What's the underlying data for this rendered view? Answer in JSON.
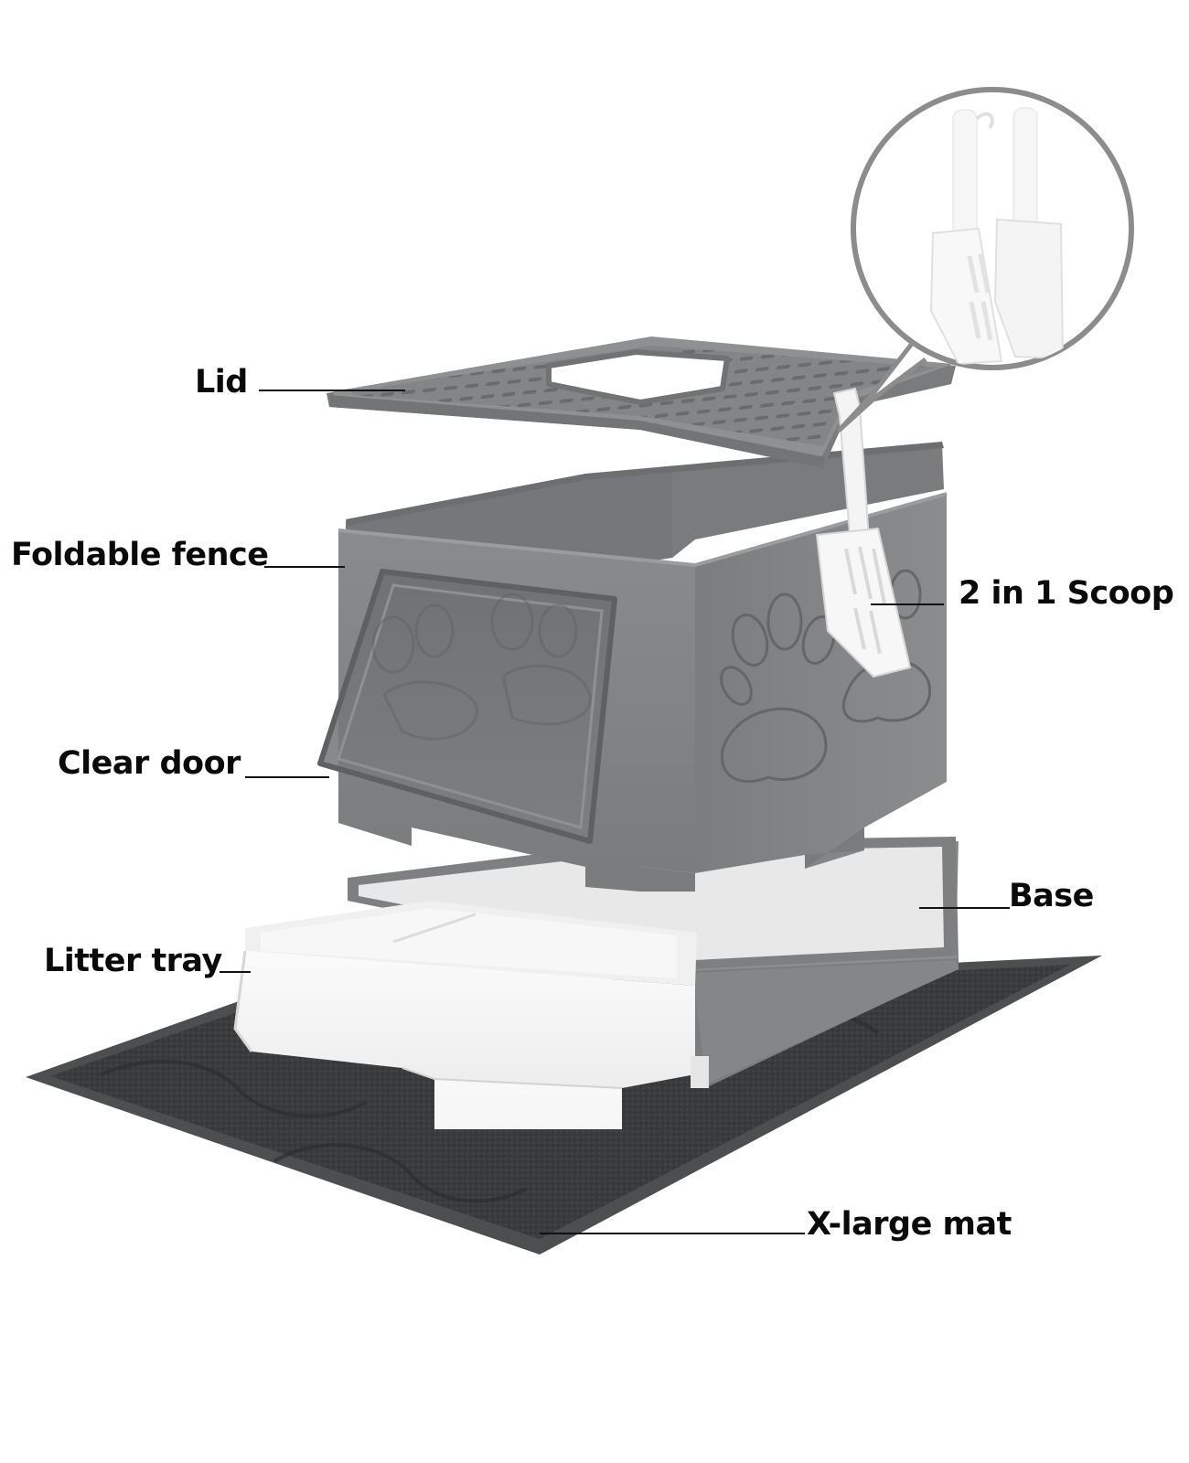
{
  "diagram": {
    "type": "exploded-product-diagram",
    "subject": "foldable enclosed cat litter box",
    "colors": {
      "background": "#ffffff",
      "body_gray": "#828384",
      "body_gray_dark": "#6e6f70",
      "body_gray_light": "#9a9b9c",
      "tray_white": "#f3f3f3",
      "mat_dark": "#3a3b3c",
      "mat_border": "#4d4e4f",
      "label_text": "#0a0a0a",
      "leader_line": "#111111",
      "callout_ring": "#8c8c8c"
    },
    "labels": [
      {
        "id": "lid",
        "text": "Lid"
      },
      {
        "id": "fence",
        "text": "Foldable fence"
      },
      {
        "id": "scoop",
        "text": "2 in 1 Scoop"
      },
      {
        "id": "door",
        "text": "Clear door"
      },
      {
        "id": "base",
        "text": "Base"
      },
      {
        "id": "tray",
        "text": "Litter tray"
      },
      {
        "id": "mat",
        "text": "X-large mat"
      }
    ],
    "icons": {
      "paw": "paw-print-emboss",
      "scoop": "litter-scoop",
      "callout": "magnifier-callout-circle"
    }
  }
}
